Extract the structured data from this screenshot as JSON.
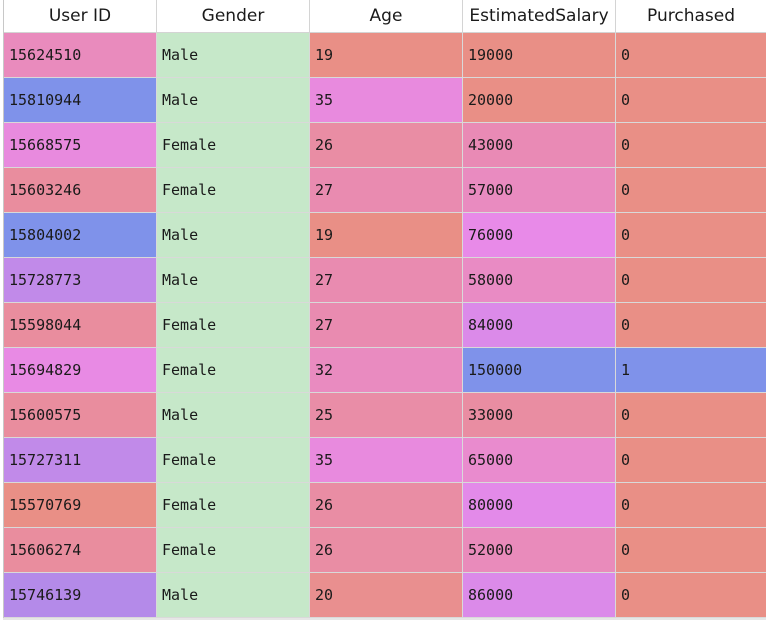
{
  "table": {
    "headers": [
      "User ID",
      "Gender",
      "Age",
      "EstimatedSalary",
      "Purchased"
    ],
    "rows": [
      {
        "cells": [
          "15624510",
          "Male",
          "19",
          "19000",
          "0"
        ],
        "colors": [
          "#e98bbd",
          "#c6e8c9",
          "#e98f86",
          "#e98f86",
          "#e98f86"
        ]
      },
      {
        "cells": [
          "15810944",
          "Male",
          "35",
          "20000",
          "0"
        ],
        "colors": [
          "#7f92ea",
          "#c6e8c9",
          "#e88ade",
          "#e98f86",
          "#e98f86"
        ]
      },
      {
        "cells": [
          "15668575",
          "Female",
          "26",
          "43000",
          "0"
        ],
        "colors": [
          "#e88ade",
          "#c6e8c9",
          "#e98da4",
          "#e98ab5",
          "#e98f86"
        ]
      },
      {
        "cells": [
          "15603246",
          "Female",
          "27",
          "57000",
          "0"
        ],
        "colors": [
          "#e98d9e",
          "#c6e8c9",
          "#e98bb0",
          "#e98bc0",
          "#e98f86"
        ]
      },
      {
        "cells": [
          "15804002",
          "Male",
          "19",
          "76000",
          "0"
        ],
        "colors": [
          "#7f92ea",
          "#c6e8c9",
          "#e98f86",
          "#e88ae8",
          "#e98f86"
        ]
      },
      {
        "cells": [
          "15728773",
          "Male",
          "27",
          "58000",
          "0"
        ],
        "colors": [
          "#c18ae9",
          "#c6e8c9",
          "#e98bb0",
          "#e98bc4",
          "#e98f86"
        ]
      },
      {
        "cells": [
          "15598044",
          "Female",
          "27",
          "84000",
          "0"
        ],
        "colors": [
          "#e98d9e",
          "#c6e8c9",
          "#e98bb0",
          "#db8ae9",
          "#e98f86"
        ]
      },
      {
        "cells": [
          "15694829",
          "Female",
          "32",
          "150000",
          "1"
        ],
        "colors": [
          "#e88ae4",
          "#c6e8c9",
          "#e98bc0",
          "#7f92ea",
          "#7f92ea"
        ]
      },
      {
        "cells": [
          "15600575",
          "Male",
          "25",
          "33000",
          "0"
        ],
        "colors": [
          "#e98d9e",
          "#c6e8c9",
          "#e98da7",
          "#e98da2",
          "#e98f86"
        ]
      },
      {
        "cells": [
          "15727311",
          "Female",
          "35",
          "65000",
          "0"
        ],
        "colors": [
          "#c18ae9",
          "#c6e8c9",
          "#e88ade",
          "#e98bce",
          "#e98f86"
        ]
      },
      {
        "cells": [
          "15570769",
          "Female",
          "26",
          "80000",
          "0"
        ],
        "colors": [
          "#e98f86",
          "#c6e8c9",
          "#e98da4",
          "#e38ae9",
          "#e98f86"
        ]
      },
      {
        "cells": [
          "15606274",
          "Female",
          "26",
          "52000",
          "0"
        ],
        "colors": [
          "#e98d9e",
          "#c6e8c9",
          "#e98da4",
          "#e98bbb",
          "#e98f86"
        ]
      },
      {
        "cells": [
          "15746139",
          "Male",
          "20",
          "86000",
          "0"
        ],
        "colors": [
          "#b48ae9",
          "#c6e8c9",
          "#e98f8f",
          "#db8ae9",
          "#e98f86"
        ]
      }
    ]
  }
}
